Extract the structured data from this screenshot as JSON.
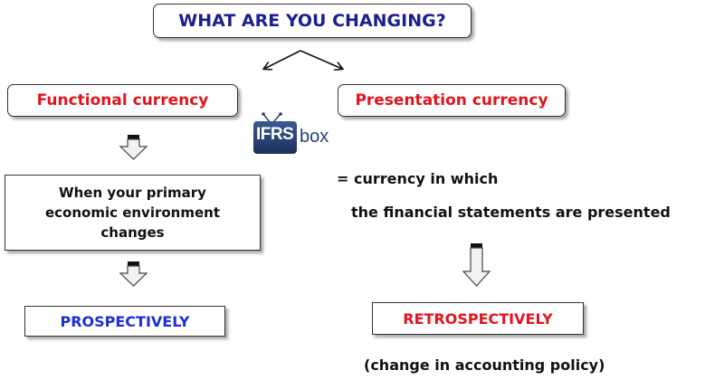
{
  "diagram": {
    "title": "WHAT ARE YOU CHANGING?",
    "functional_currency": "Functional currency",
    "presentation_currency": "Presentation currency",
    "primary_environment": "When your primary\neconomic environment\nchanges",
    "prospectively": "PROSPECTIVELY",
    "currency_line1": "= currency in which",
    "currency_line2": "the financial statements are presented",
    "retrospectively": "RETROSPECTIVELY",
    "note": "(change in accounting policy)"
  },
  "logo": {
    "ifrs": "IFRS",
    "box": "box"
  },
  "colors": {
    "title": "#1b1f8f",
    "red": "#e0141e",
    "blue": "#1e2fd6",
    "logo_blue": "#2a3f70"
  }
}
